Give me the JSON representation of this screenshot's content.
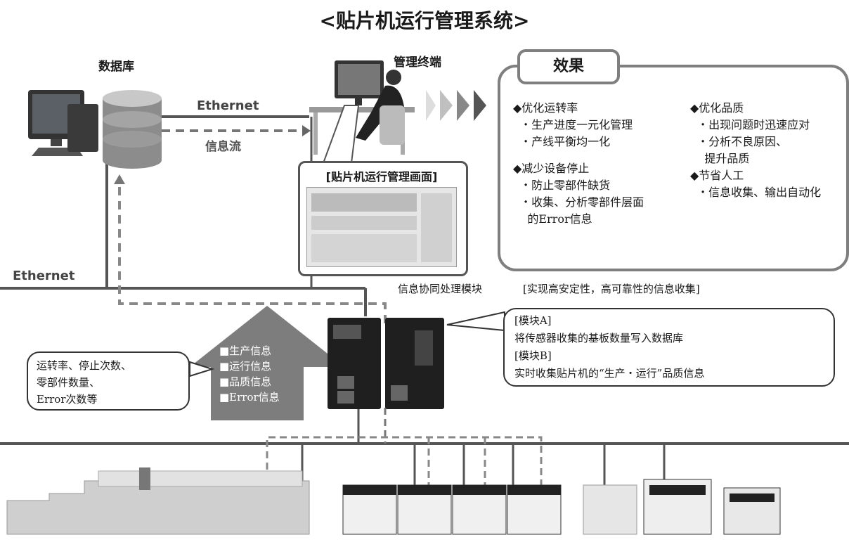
{
  "title": "<贴片机运行管理系统>",
  "database_label": "数据库",
  "terminal_label": "管理终端",
  "ethernet_top": "Ethernet",
  "info_flow": "信息流",
  "ethernet_left": "Ethernet",
  "screen_title": "[贴片机运行管理画面]",
  "effect": {
    "heading": "效果",
    "col1": [
      "◆优化运转率",
      "  ・生产进度一元化管理",
      "  ・产线平衡均一化",
      "",
      "◆减少设备停止",
      "  ・防止零部件缺货",
      "  ・收集、分析零部件层面",
      "    的Error信息"
    ],
    "col2": [
      "◆优化品质",
      "  ・出现问题时迅速应对",
      "  ・分析不良原因、",
      "    提升品质",
      "◆节省人工",
      "  ・信息收集、输出自动化"
    ]
  },
  "module_label": "信息协同处理模块",
  "module_note": "[实现高安定性，高可靠性的信息收集]",
  "module_bubble": [
    "[模块A]",
    "将传感器收集的基板数量写入数据库",
    "[模块B]",
    "实时收集贴片机的“生产・运行”品质信息"
  ],
  "left_bubble": [
    "运转率、停止次数、",
    "零部件数量、",
    "Error次数等"
  ],
  "arrow_items": [
    "■生产信息",
    "■运行信息",
    "■品质信息",
    "■Error信息"
  ]
}
